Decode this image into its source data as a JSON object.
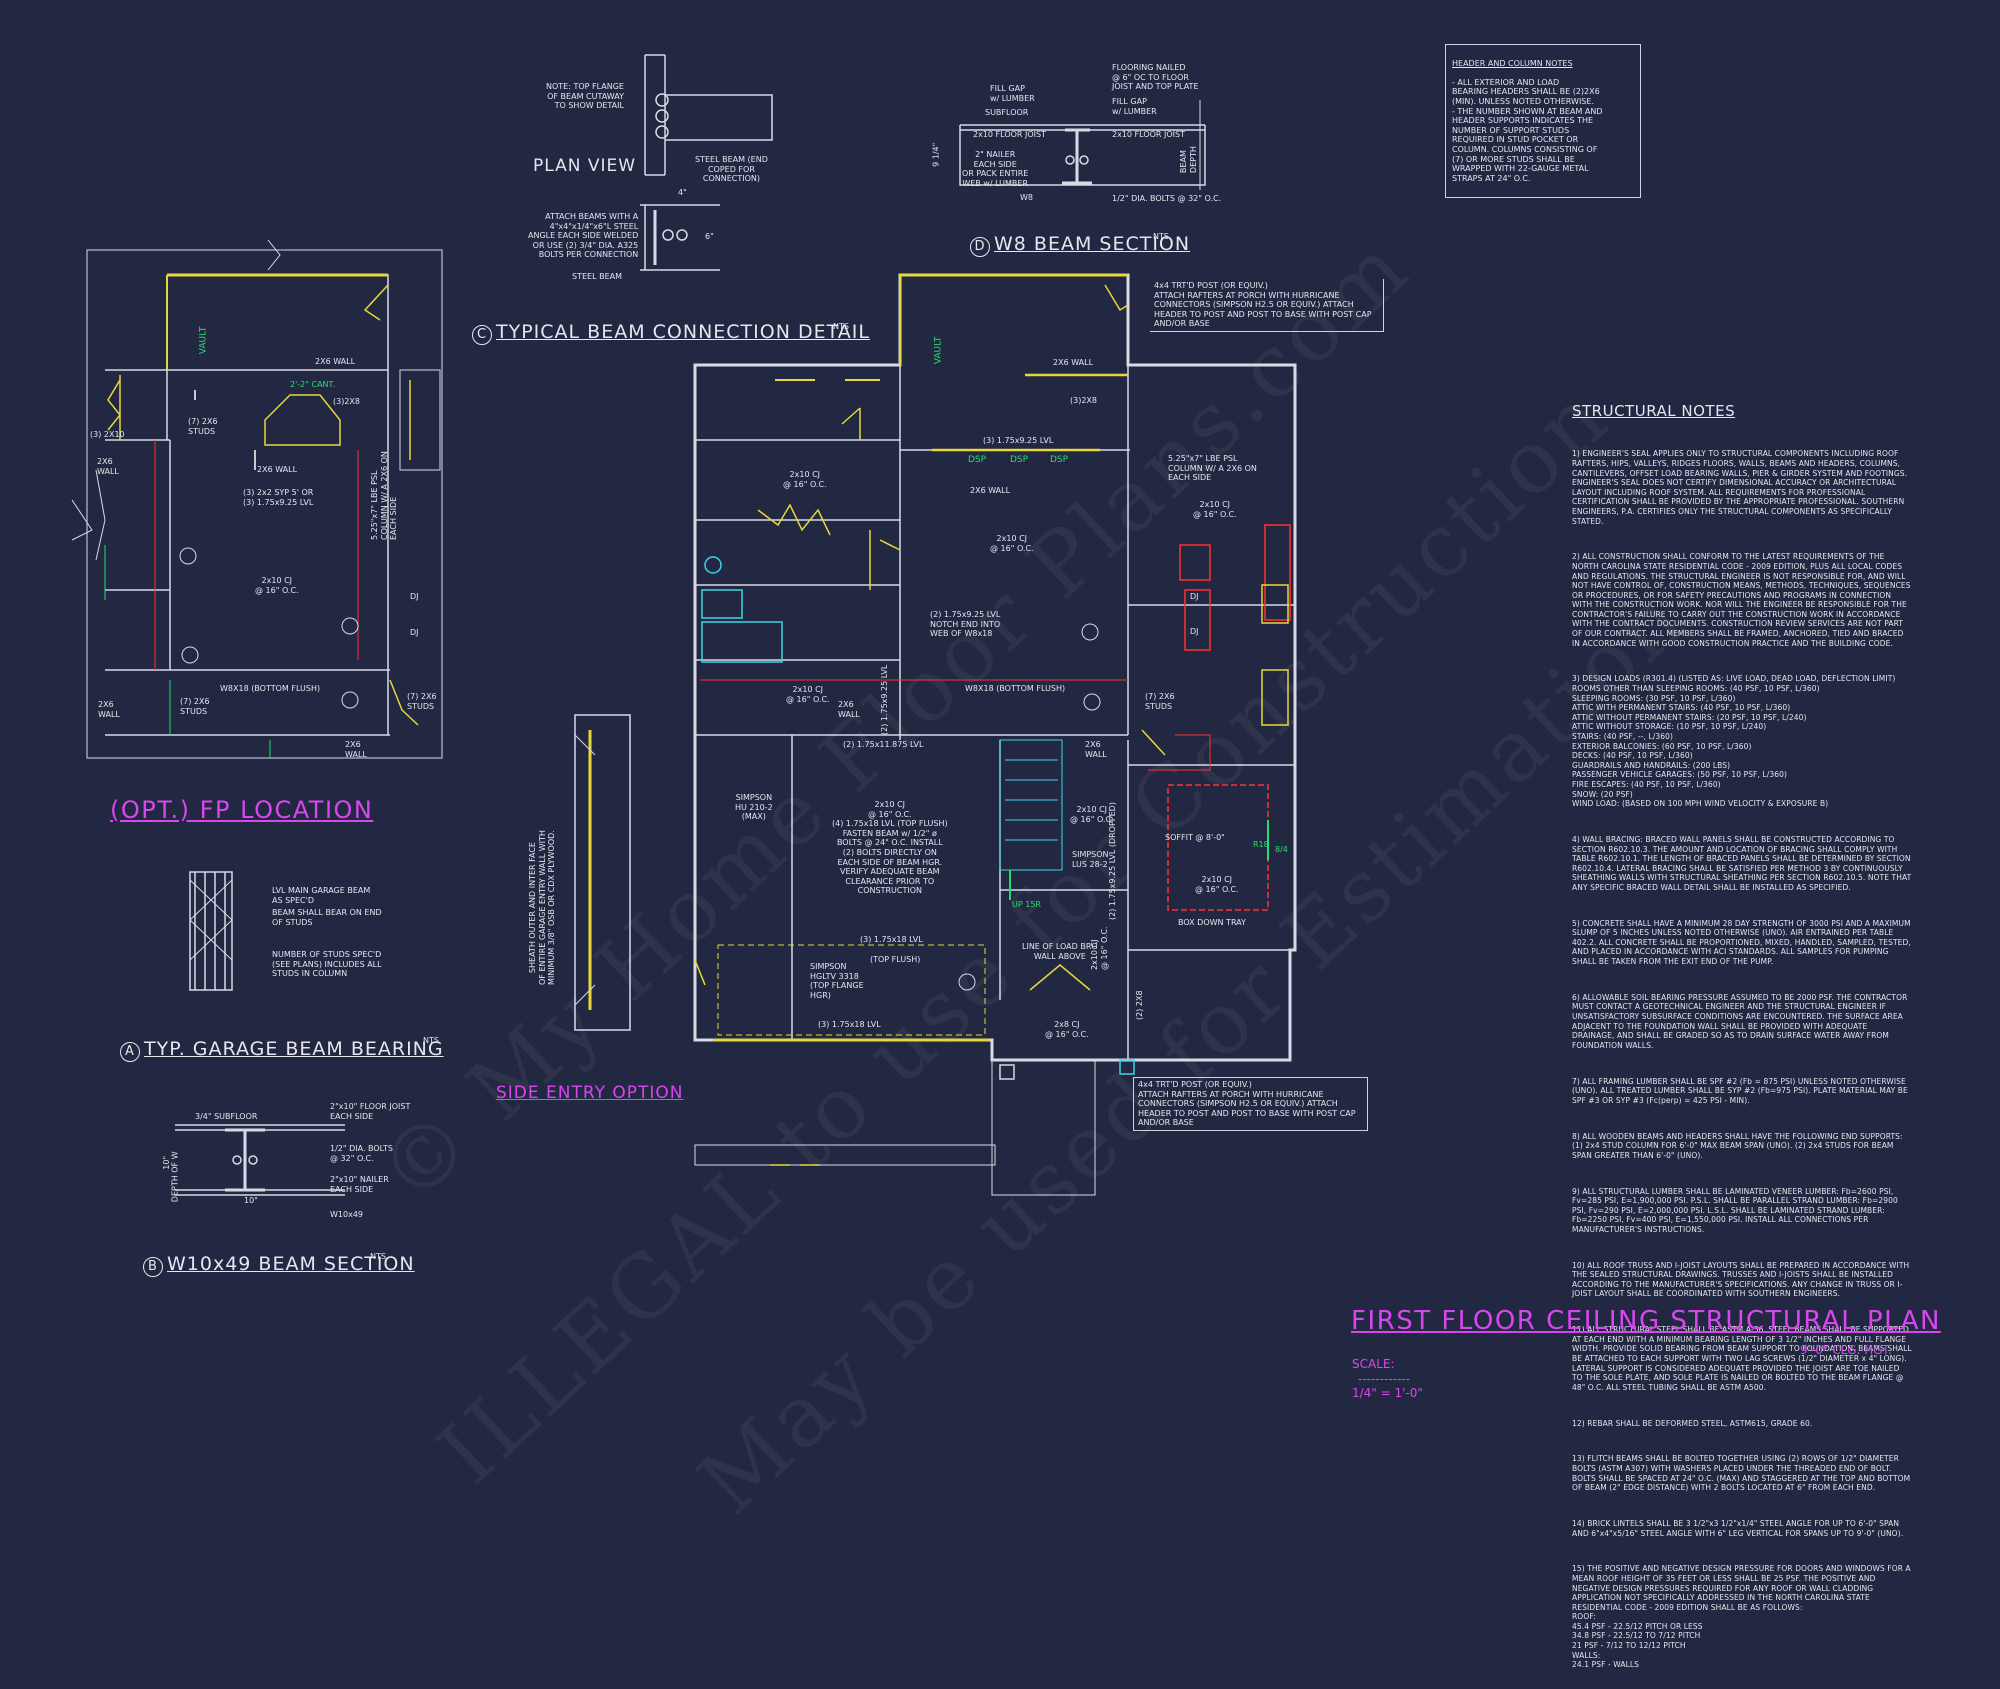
{
  "watermark": {
    "line1": "© My Home Floor Plans.com",
    "line2": "ILLEGAL to use for Construction",
    "line3": "May be used for Estimation"
  },
  "header_column_notes": {
    "title": "HEADER AND COLUMN NOTES",
    "body": "- ALL EXTERIOR AND LOAD\nBEARING HEADERS SHALL BE (2)2X6\n(MIN). UNLESS NOTED OTHERWISE.\n- THE NUMBER SHOWN AT BEAM AND\nHEADER SUPPORTS INDICATES THE\nNUMBER OF SUPPORT STUDS\nREQUIRED IN STUD POCKET OR\nCOLUMN. COLUMNS CONSISTING OF\n(7) OR MORE STUDS SHALL BE\nWRAPPED WITH 22-GAUGE METAL\nSTRAPS AT 24\" O.C."
  },
  "structural_notes": {
    "title": "STRUCTURAL NOTES",
    "paragraphs": [
      "1) ENGINEER'S SEAL APPLIES ONLY TO STRUCTURAL COMPONENTS INCLUDING ROOF RAFTERS, HIPS, VALLEYS, RIDGES FLOORS, WALLS, BEAMS AND HEADERS, COLUMNS, CANTILEVERS, OFFSET LOAD BEARING WALLS, PIER & GIRDER SYSTEM AND FOOTINGS. ENGINEER'S SEAL DOES NOT CERTIFY DIMENSIONAL ACCURACY OR ARCHITECTURAL LAYOUT INCLUDING ROOF SYSTEM. ALL REQUIREMENTS FOR PROFESSIONAL CERTIFICATION SHALL BE PROVIDED BY THE APPROPRIATE PROFESSIONAL. SOUTHERN ENGINEERS, P.A. CERTIFIES ONLY THE STRUCTURAL COMPONENTS AS SPECIFICALLY STATED.",
      "2) ALL CONSTRUCTION SHALL CONFORM TO THE LATEST REQUIREMENTS OF THE NORTH CAROLINA STATE RESIDENTIAL CODE - 2009 EDITION, PLUS ALL LOCAL CODES AND REGULATIONS. THE STRUCTURAL ENGINEER IS NOT RESPONSIBLE FOR, AND WILL NOT HAVE CONTROL OF, CONSTRUCTION MEANS, METHODS, TECHNIQUES, SEQUENCES OR PROCEDURES, OR FOR SAFETY PRECAUTIONS AND PROGRAMS IN CONNECTION WITH THE CONSTRUCTION WORK. NOR WILL THE ENGINEER BE RESPONSIBLE FOR THE CONTRACTOR'S FAILURE TO CARRY OUT THE CONSTRUCTION WORK IN ACCORDANCE WITH THE CONTRACT DOCUMENTS. CONSTRUCTION REVIEW SERVICES ARE NOT PART OF OUR CONTRACT. ALL MEMBERS SHALL BE FRAMED, ANCHORED, TIED AND BRACED IN ACCORDANCE WITH GOOD CONSTRUCTION PRACTICE AND THE BUILDING CODE.",
      "3) DESIGN LOADS (R301.4) (LISTED AS: LIVE LOAD, DEAD LOAD, DEFLECTION LIMIT)\nROOMS OTHER THAN SLEEPING ROOMS: (40 PSF, 10 PSF, L/360)\nSLEEPING ROOMS: (30 PSF, 10 PSF, L/360)\nATTIC WITH PERMANENT STAIRS: (40 PSF, 10 PSF, L/360)\nATTIC WITHOUT PERMANENT STAIRS: (20 PSF, 10 PSF, L/240)\nATTIC WITHOUT STORAGE: (10 PSF, 10 PSF, L/240)\nSTAIRS: (40 PSF, --, L/360)\nEXTERIOR BALCONIES: (60 PSF, 10 PSF, L/360)\nDECKS: (40 PSF, 10 PSF, L/360)\nGUARDRAILS AND HANDRAILS: (200 LBS)\nPASSENGER VEHICLE GARAGES: (50 PSF, 10 PSF, L/360)\nFIRE ESCAPES: (40 PSF, 10 PSF, L/360)\nSNOW: (20 PSF)\nWIND LOAD: (BASED ON 100 MPH WIND VELOCITY & EXPOSURE B)",
      "4) WALL BRACING: BRACED WALL PANELS SHALL BE CONSTRUCTED ACCORDING TO SECTION R602.10.3. THE AMOUNT AND LOCATION OF BRACING SHALL COMPLY WITH TABLE R602.10.1. THE LENGTH OF BRACED PANELS SHALL BE DETERMINED BY SECTION R602.10.4. LATERAL BRACING SHALL BE SATISFIED PER METHOD 3 BY CONTINUOUSLY SHEATHING WALLS WITH STRUCTURAL SHEATHING PER SECTION R602.10.5. NOTE THAT ANY SPECIFIC BRACED WALL DETAIL SHALL BE INSTALLED AS SPECIFIED.",
      "5) CONCRETE SHALL HAVE A MINIMUM 28 DAY STRENGTH OF 3000 PSI AND A MAXIMUM SLUMP OF 5 INCHES UNLESS NOTED OTHERWISE (UNO). AIR ENTRAINED PER TABLE 402.2. ALL CONCRETE SHALL BE PROPORTIONED, MIXED, HANDLED, SAMPLED, TESTED, AND PLACED IN ACCORDANCE WITH ACI STANDARDS. ALL SAMPLES FOR PUMPING SHALL BE TAKEN FROM THE EXIT END OF THE PUMP.",
      "6) ALLOWABLE SOIL BEARING PRESSURE ASSUMED TO BE 2000 PSF. THE CONTRACTOR MUST CONTACT A GEOTECHNICAL ENGINEER AND THE STRUCTURAL ENGINEER IF UNSATISFACTORY SUBSURFACE CONDITIONS ARE ENCOUNTERED. THE SURFACE AREA ADJACENT TO THE FOUNDATION WALL SHALL BE PROVIDED WITH ADEQUATE DRAINAGE, AND SHALL BE GRADED SO AS TO DRAIN SURFACE WATER AWAY FROM FOUNDATION WALLS.",
      "7) ALL FRAMING LUMBER SHALL BE SPF #2 (Fb = 875 PSI) UNLESS NOTED OTHERWISE (UNO). ALL TREATED LUMBER SHALL BE SYP #2 (Fb=975 PSI). PLATE MATERIAL MAY BE SPF #3 OR SYP #3 (Fc(perp) = 425 PSI - MIN).",
      "8) ALL WOODEN BEAMS AND HEADERS SHALL HAVE THE FOLLOWING END SUPPORTS: (1) 2x4 STUD COLUMN FOR 6'-0\" MAX BEAM SPAN (UNO). (2) 2x4 STUDS FOR BEAM SPAN GREATER THAN 6'-0\" (UNO).",
      "9) ALL STRUCTURAL LUMBER SHALL BE LAMINATED VENEER LUMBER: Fb=2600 PSI, Fv=285 PSI, E=1,900,000 PSI. P.S.L. SHALL BE PARALLEL STRAND LUMBER: Fb=2900 PSI, Fv=290 PSI, E=2,000,000 PSI. L.S.L. SHALL BE LAMINATED STRAND LUMBER: Fb=2250 PSI, Fv=400 PSI, E=1,550,000 PSI. INSTALL ALL CONNECTIONS PER MANUFACTURER'S INSTRUCTIONS.",
      "10) ALL ROOF TRUSS AND I-JOIST LAYOUTS SHALL BE PREPARED IN ACCORDANCE WITH THE SEALED STRUCTURAL DRAWINGS. TRUSSES AND I-JOISTS SHALL BE INSTALLED ACCORDING TO THE MANUFACTURER'S SPECIFICATIONS. ANY CHANGE IN TRUSS OR I-JOIST LAYOUT SHALL BE COORDINATED WITH SOUTHERN ENGINEERS.",
      "11) ALL STRUCTURAL STEEL SHALL BE ASTM A-36. STEEL BEAMS SHALL BE SUPPORTED AT EACH END WITH A MINIMUM BEARING LENGTH OF 3 1/2\" INCHES AND FULL FLANGE WIDTH. PROVIDE SOLID BEARING FROM BEAM SUPPORT TO FOUNDATION. BEAMS SHALL BE ATTACHED TO EACH SUPPORT WITH TWO LAG SCREWS (1/2\" DIAMETER x 4\" LONG). LATERAL SUPPORT IS CONSIDERED ADEQUATE PROVIDED THE JOIST ARE TOE NAILED TO THE SOLE PLATE, AND SOLE PLATE IS NAILED OR BOLTED TO THE BEAM FLANGE @ 48\" O.C. ALL STEEL TUBING SHALL BE ASTM A500.",
      "12) REBAR SHALL BE DEFORMED STEEL, ASTM615, GRADE 60.",
      "13) FLITCH BEAMS SHALL BE BOLTED TOGETHER USING (2) ROWS OF 1/2\" DIAMETER BOLTS (ASTM A307) WITH WASHERS PLACED UNDER THE THREADED END OF BOLT. BOLTS SHALL BE SPACED AT 24\" O.C. (MAX) AND STAGGERED AT THE TOP AND BOTTOM OF BEAM (2\" EDGE DISTANCE) WITH 2 BOLTS LOCATED AT 6\" FROM EACH END.",
      "14) BRICK LINTELS SHALL BE 3 1/2\"x3 1/2\"x1/4\" STEEL ANGLE FOR UP TO 6'-0\" SPAN AND 6\"x4\"x5/16\" STEEL ANGLE WITH 6\" LEG VERTICAL FOR SPANS UP TO 9'-0\" (UNO).",
      "15) THE POSITIVE AND NEGATIVE DESIGN PRESSURE FOR DOORS AND WINDOWS FOR A MEAN ROOF HEIGHT OF 35 FEET OR LESS SHALL BE 25 PSF. THE POSITIVE AND NEGATIVE DESIGN PRESSURES REQUIRED FOR ANY ROOF OR WALL CLADDING APPLICATION NOT SPECIFICALLY ADDRESSED IN THE NORTH CAROLINA STATE RESIDENTIAL CODE - 2009 EDITION SHALL BE AS FOLLOWS:\nROOF:\n45.4 PSF - 22.5/12 PITCH OR LESS\n34.8 PSF - 22.5/12 TO 7/12 PITCH\n21 PSF - 7/12 TO 12/12 PITCH\nWALLS:\n24.1 PSF - WALLS"
    ]
  },
  "plan_view_detail": {
    "label": "PLAN VIEW",
    "note_top": "NOTE: TOP FLANGE\nOF BEAM CUTAWAY\nTO SHOW DETAIL",
    "note_steel": "STEEL BEAM (END\nCOPED FOR\nCONNECTION)",
    "note_angle": "ATTACH BEAMS WITH A\n4\"x4\"x1/4\"x6\"L STEEL\nANGLE EACH SIDE WELDED\nOR USE (2) 3/4\" DIA. A325\nBOLTS PER CONNECTION",
    "steel_beam_label": "STEEL BEAM",
    "dim1": "4\"",
    "dim2": "6\"",
    "title_letter": "C",
    "title": "TYPICAL BEAM CONNECTION DETAIL",
    "scale": "NTS"
  },
  "w8_section": {
    "labels": {
      "fill_gap_top": "FILL GAP\nw/ LUMBER",
      "subfloor": "SUBFLOOR",
      "flooring": "FLOORING NAILED\n@ 6\" OC TO FLOOR\nJOIST AND TOP PLATE",
      "fill_gap_right": "FILL GAP\nw/ LUMBER",
      "floor_joist_left": "2x10 FLOOR JOIST",
      "floor_joist_right": "2x10 FLOOR JOIST",
      "nailer": "2\" NAILER\nEACH SIDE\nOR PACK ENTIRE\nWEB w/ LUMBER",
      "w8": "W8",
      "bolts": "1/2\" DIA. BOLTS @ 32\" O.C.",
      "dim": "9 1/4\"",
      "beam_depth": "BEAM\nDEPTH"
    },
    "title_letter": "D",
    "title": "W8 BEAM SECTION",
    "scale": "NTS"
  },
  "fp_location": {
    "title": "(OPT.) FP LOCATION",
    "labels": {
      "vault": "VAULT",
      "wall_2x6": "2X6 WALL",
      "cant": "2'-2\" CANT.",
      "x3_2x8": "(3)2X8",
      "x3_2x10": "(3) 2X10",
      "studs_7": "(7) 2X6\nSTUDS",
      "wall2x6_a": "2X6\nWALL",
      "wall_2x6_b": "2X6 WALL",
      "syp": "(3) 2x2 SYP 5' OR\n(3) 1.75x9.25 LVL",
      "psl": "5.25\"x7\" LBE PSL\nCOLUMN W/ A 2X6 ON\nEACH SIDE",
      "cj": "2x10 CJ\n@ 16\" O.C.",
      "dj1": "DJ",
      "dj2": "DJ",
      "w8x18": "W8X18 (BOTTOM FLUSH)",
      "studs_b": "(7) 2X6\nSTUDS",
      "studs_c": "(7) 2X6\nSTUDS",
      "wall_c": "2X6\nWALL",
      "wall_d": "2X6\nWALL"
    }
  },
  "garage_beam": {
    "notes": [
      "LVL MAIN GARAGE BEAM\nAS SPEC'D",
      "BEAM SHALL BEAR ON END\nOF STUDS",
      "NUMBER OF STUDS SPEC'D\n(SEE PLANS) INCLUDES ALL\nSTUDS IN COLUMN"
    ],
    "title_letter": "A",
    "title": "TYP. GARAGE BEAM BEARING",
    "scale": "NTS"
  },
  "w10_section": {
    "labels": {
      "subfloor": "3/4\" SUBFLOOR",
      "joist": "2\"x10\" FLOOR JOIST\nEACH SIDE",
      "bolts": "1/2\" DIA. BOLTS\n@ 32\" O.C.",
      "nailer": "2\"x10\" NAILER\nEACH SIDE",
      "beam": "W10x49",
      "dim_w": "10\"",
      "dim_h": "10\"",
      "depth": "DEPTH OF W"
    },
    "title_letter": "B",
    "title": "W10x49 BEAM SECTION",
    "scale": "NTS"
  },
  "side_entry": {
    "title": "SIDE ENTRY OPTION",
    "note": "SHEATH OUTER AND INTER FACE\nOF ENTIRE GARAGE ENTRY WALL WITH\nMINIMUM 3/8\" OSB OR CDX PLYWOOD."
  },
  "main_plan": {
    "top_note": "4x4 TRT'D POST (OR EQUIV.)\nATTACH RAFTERS AT PORCH WITH HURRICANE\nCONNECTORS (SIMPSON H2.5 OR EQUIV.) ATTACH\nHEADER TO POST AND POST TO BASE WITH POST CAP\nAND/OR BASE",
    "bottom_note": "4x4 TRT'D POST (OR EQUIV.)\nATTACH RAFTERS AT PORCH WITH HURRICANE\nCONNECTORS (SIMPSON H2.5 OR EQUIV.) ATTACH\nHEADER TO POST AND POST TO BASE WITH POST CAP\nAND/OR BASE",
    "labels": {
      "vault": "VAULT",
      "wall_2x6": "2X6 WALL",
      "x3_2x8": "(3)2X8",
      "lvl_top": "(3) 1.75x9.25 LVL",
      "dsp1": "DSP",
      "dsp2": "DSP",
      "dsp3": "DSP",
      "psl": "5.25\"x7\" LBE PSL\nCOLUMN W/ A 2X6 ON\nEACH SIDE",
      "wall_2x6_b": "2X6 WALL",
      "cj_a": "2x10 CJ\n@ 16\" O.C.",
      "cj_b": "2x10 CJ\n@ 16\" O.C.",
      "cj_c": "2x10 CJ\n@ 16\" O.C.",
      "lvl_notch": "(2) 1.75x9.25 LVL\nNOTCH END INTO\nWEB OF W8x18",
      "dj1": "DJ",
      "dj2": "DJ",
      "w8x18": "W8X18 (BOTTOM FLUSH)",
      "cj_d": "2x10 CJ\n@ 16\" O.C.",
      "wall_e": "2X6\nWALL",
      "lvl_mid": "(2) 1.75x11.875 LVL",
      "studs": "(7) 2X6\nSTUDS",
      "wall_f": "2X6\nWALL",
      "simpson_hu": "SIMPSON\nHU 210-2\n(MAX)",
      "lvl_flush": "2x10 CJ\n@ 16\" O.C.\n(4) 1.75x18 LVL (TOP FLUSH)\nFASTEN BEAM w/ 1/2\" ø\nBOLTS @ 24\" O.C. INSTALL\n(2) BOLTS DIRECTLY ON\nEACH SIDE OF BEAM HGR.\nVERIFY ADEQUATE BEAM\nCLEARANCE PRIOR TO\nCONSTRUCTION",
      "cj_e": "2x10 CJ\n@ 16\" O.C.",
      "simpson_lus": "SIMPSON\nLUS 28-2",
      "lvl_dropped": "(2) 1.75x9.25 LVL (DROPPED)",
      "soffit": "SOFFIT @ 8'-0\"",
      "r18": "R18",
      "r14": "8/4",
      "cj_f": "2x10 CJ\n@ 16\" O.C.",
      "box_tray": "BOX DOWN TRAY",
      "up15r": "UP 15R",
      "lvl_18": "(3) 1.75x18 LVL",
      "top_flush": "(TOP FLUSH)",
      "simpson_hgt": "SIMPSON\nHGLTV 3318\n(TOP FLANGE\nHGR)",
      "lvl_bottom": "(3) 1.75x18 LVL",
      "line_load": "LINE OF LOAD BRG\nWALL ABOVE",
      "cj_g": "2x8 CJ\n@ 16\" O.C.",
      "cj_h": "2x10 CJ\n@ 16\" O.C.",
      "x2_2x8": "(2) 2X8",
      "lvl_side": "(2) 1.75x9.25 LVL"
    }
  },
  "sheet_title": {
    "title": "FIRST FLOOR CEILING STRUCTURAL PLAN",
    "scale_label": "SCALE:",
    "scale_dashes": "------------",
    "scale_value": "1/4\" = 1'-0\"",
    "ceiling_height": "9'-0\" CLG. HGT."
  }
}
